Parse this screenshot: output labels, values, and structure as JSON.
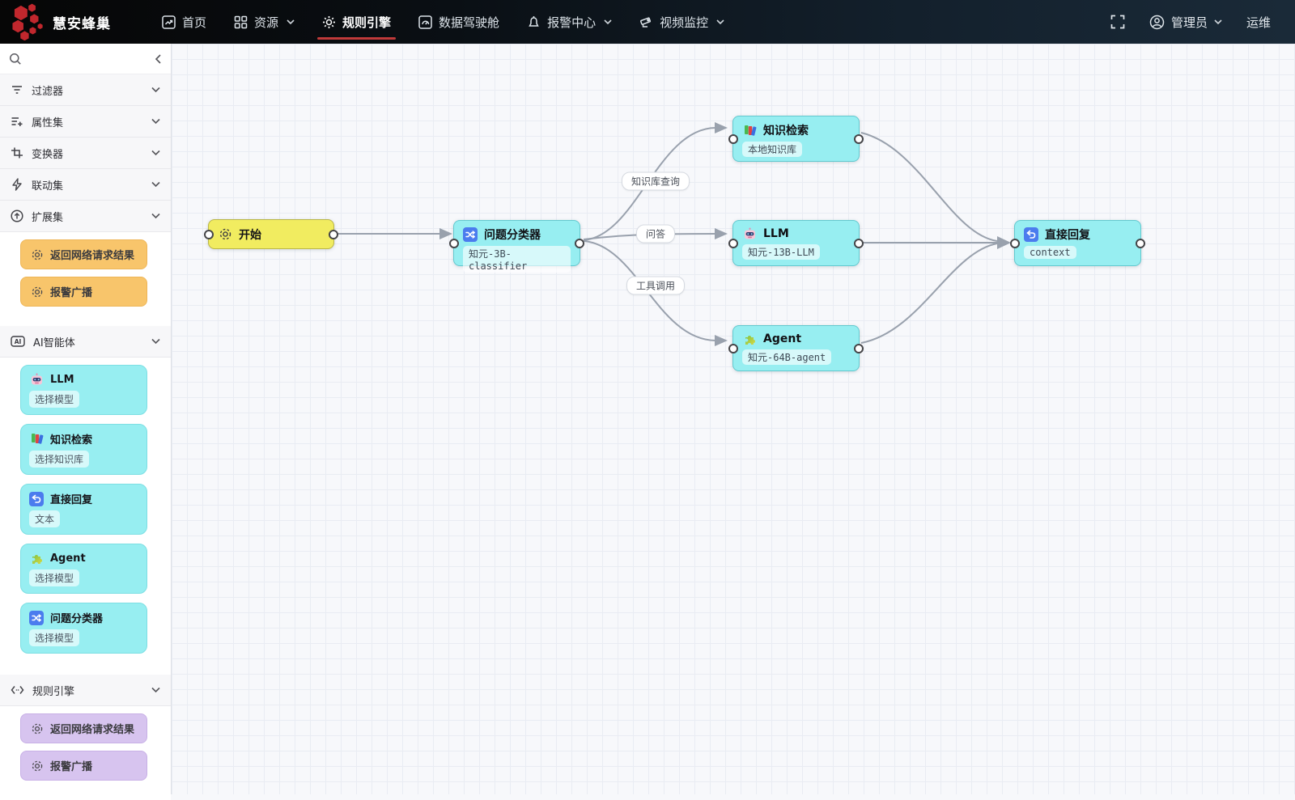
{
  "navbar": {
    "brand": "慧安蜂巢",
    "items": [
      {
        "label": "首页"
      },
      {
        "label": "资源"
      },
      {
        "label": "规则引擎"
      },
      {
        "label": "数据驾驶舱"
      },
      {
        "label": "报警中心"
      },
      {
        "label": "视频监控"
      }
    ],
    "user_label": "管理员",
    "ops_label": "运维"
  },
  "sidebar": {
    "sections": [
      {
        "label": "过滤器"
      },
      {
        "label": "属性集"
      },
      {
        "label": "变换器"
      },
      {
        "label": "联动集"
      },
      {
        "label": "扩展集"
      },
      {
        "label": "AI智能体"
      },
      {
        "label": "规则引擎"
      }
    ],
    "extension_items": [
      {
        "label": "返回网络请求结果"
      },
      {
        "label": "报警广播"
      }
    ],
    "ai_items": [
      {
        "title": "LLM",
        "subtitle": "选择模型"
      },
      {
        "title": "知识检索",
        "subtitle": "选择知识库"
      },
      {
        "title": "直接回复",
        "subtitle": "文本"
      },
      {
        "title": "Agent",
        "subtitle": "选择模型"
      },
      {
        "title": "问题分类器",
        "subtitle": "选择模型"
      }
    ],
    "rule_items": [
      {
        "label": "返回网络请求结果"
      },
      {
        "label": "报警广播"
      }
    ]
  },
  "canvas": {
    "nodes": {
      "start": {
        "title": "开始"
      },
      "classifier": {
        "title": "问题分类器",
        "subtitle": "知元-3B-classifier"
      },
      "knowledge": {
        "title": "知识检索",
        "subtitle": "本地知识库"
      },
      "llm": {
        "title": "LLM",
        "subtitle": "知元-13B-LLM"
      },
      "agent": {
        "title": "Agent",
        "subtitle": "知元-64B-agent"
      },
      "reply": {
        "title": "直接回复",
        "subtitle": "context"
      }
    },
    "edge_labels": [
      "知识库查询",
      "问答",
      "工具调用"
    ]
  },
  "colors": {
    "accent_red": "#c03a3a",
    "node_cyan": "#97eef1",
    "node_yellow": "#f1ec60",
    "card_orange": "#f8c56b",
    "card_purple": "#d7c4ef",
    "edge_gray": "#99a1ad"
  },
  "icons": [
    "honeycomb-logo-icon",
    "home-chart-icon",
    "grid-icon",
    "gear-icon",
    "dashboard-icon",
    "alarm-bell-icon",
    "camera-icon",
    "chevron-down-icon",
    "fullscreen-icon",
    "user-icon",
    "search-icon",
    "collapse-left-icon",
    "filter-icon",
    "list-plus-icon",
    "crop-icon",
    "zap-icon",
    "upload-circle-icon",
    "ai-badge-icon",
    "code-brackets-icon",
    "robot-icon",
    "books-icon",
    "reply-icon",
    "puzzle-icon",
    "shuffle-icon"
  ]
}
